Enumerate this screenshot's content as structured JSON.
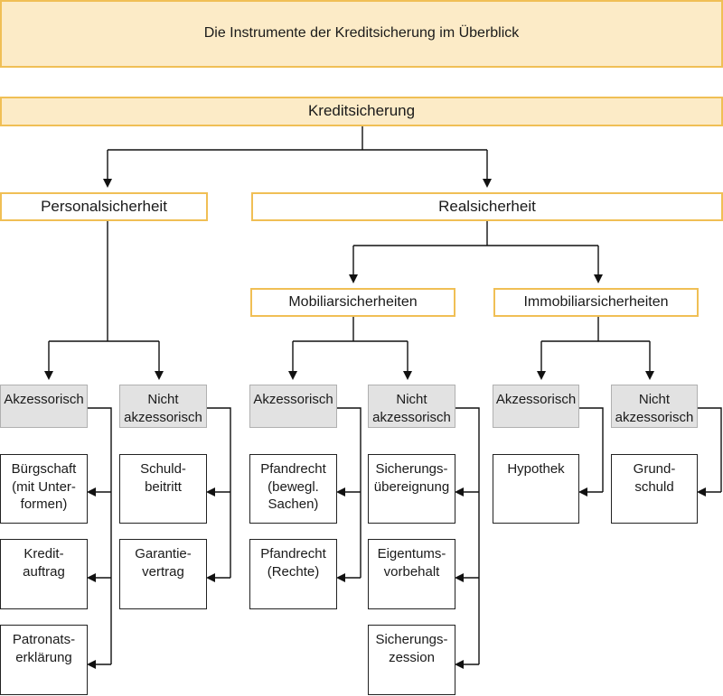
{
  "header": {
    "title": "Die Instrumente der Kreditsicherung im Überblick"
  },
  "root": {
    "label": "Kreditsicherung"
  },
  "personal": {
    "label": "Personalsicherheit",
    "akzessorisch": "Akzessorisch",
    "nicht_akzessorisch": "Nicht\nakzessorisch",
    "akz_items": [
      "Bürgschaft\n(mit Unter-\nformen)",
      "Kredit-\nauftrag",
      "Patronats-\nerklärung"
    ],
    "nicht_items": [
      "Schuld-\nbeitritt",
      "Garantie-\nvertrag"
    ]
  },
  "real": {
    "label": "Realsicherheit",
    "mobiliar": {
      "label": "Mobiliarsicherheiten",
      "akzessorisch": "Akzessorisch",
      "nicht_akzessorisch": "Nicht\nakzessorisch",
      "akz_items": [
        "Pfandrecht\n(bewegl.\nSachen)",
        "Pfandrecht\n(Rechte)"
      ],
      "nicht_items": [
        "Sicherungs-\nübereignung",
        "Eigentums-\nvorbehalt",
        "Sicherungs-\nzession"
      ]
    },
    "immobiliar": {
      "label": "Immobiliarsicherheiten",
      "akzessorisch": "Akzessorisch",
      "nicht_akzessorisch": "Nicht\nakzessorisch",
      "akz_items": [
        "Hypothek"
      ],
      "nicht_items": [
        "Grund-\nschuld"
      ]
    }
  }
}
